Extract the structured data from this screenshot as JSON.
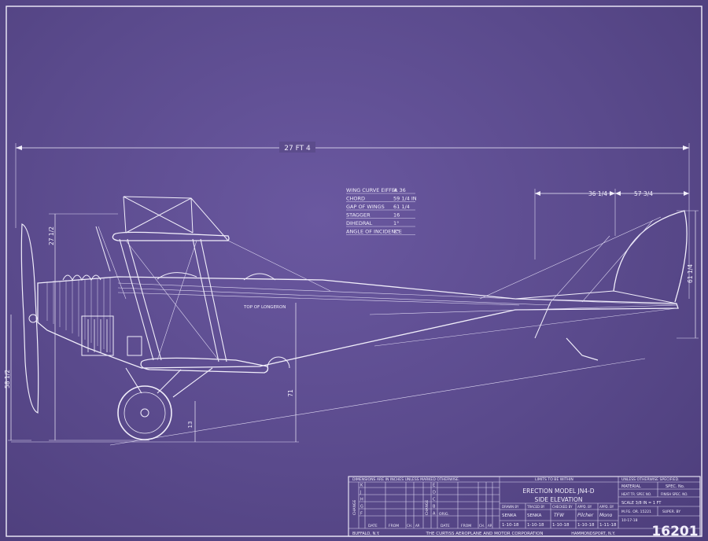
{
  "dimensions": {
    "overall_length": "27 FT 4",
    "stab_dim_a": "36 1/4",
    "stab_dim_b": "57 3/4",
    "upper_wing_height": "27 1/2",
    "prop_height": "58 1/2",
    "rudder_height": "61 1/4",
    "gear_dim": "13",
    "tail_dim": "71"
  },
  "specs": [
    {
      "label": "WING CURVE EIFFEL",
      "value": "# 36"
    },
    {
      "label": "CHORD",
      "value": "59 1/4 IN"
    },
    {
      "label": "GAP OF WINGS",
      "value": "61 1/4"
    },
    {
      "label": "STAGGER",
      "value": "16"
    },
    {
      "label": "DIHEDRAL",
      "value": "1°"
    },
    {
      "label": "ANGLE OF INCIDENCE",
      "value": "2°"
    }
  ],
  "drawing_label": "TOP OF LONGERON",
  "title_block": {
    "dims_note": "DIMENSIONS ARE IN INCHES UNLESS MARKED OTHERWISE.",
    "limits_note": "LIMITS TO BE WITHIN",
    "unless_note": "UNLESS OTHERWISE SPECIFIED.",
    "title_line1": "ERECTION    MODEL JN4-D",
    "title_line2": "SIDE    ELEVATION",
    "change_label": "CHANGE",
    "change_rows": [
      "K",
      "J",
      "H",
      "G",
      "F",
      "E",
      "D",
      "C",
      "B",
      "A"
    ],
    "date_label": "DATE",
    "from_label": "FROM",
    "ch_label": "CH.",
    "ap_label": "AP.",
    "orig_label": "ORIG.",
    "drawn_by_label": "DRAWN BY",
    "traced_by_label": "TRACED BY",
    "checked_by_label": "CHECKED BY",
    "appd_by_label": "APPD. BY",
    "appd_by2_label": "APPD. BY",
    "drawn_by": "SENKA",
    "traced_by": "SENKA",
    "checked_by": "TFW",
    "appd_by": "Pilcher",
    "appd_by2": "Mono",
    "date_drawn": "1-10-18",
    "date_traced": "1-10-18",
    "date_checked": "1-10-18",
    "date_appd": "1-10-18",
    "date_appd2": "1-11-18",
    "material_label": "MATERIAL",
    "spec_no_label": "SPEC. No.",
    "heat_tr_label": "HEAT TR. SPEC NO.",
    "finish_label": "FINISH SPEC. NO.",
    "scale": "SCALE 3/8 IN = 1 FT",
    "order_label": "M.FG. OR. 15221",
    "super_label": "SUPER. BY",
    "order_date": "10-17-18",
    "drawing_number": "16201",
    "location_left": "BUFFALO, N.Y.",
    "company": "THE CURTISS AEROPLANE AND MOTOR CORPORATION",
    "location_right": "HAMMONDSPORT, N.Y."
  },
  "colors": {
    "paper": "#5a4a88",
    "ink": "#f1eefb"
  }
}
